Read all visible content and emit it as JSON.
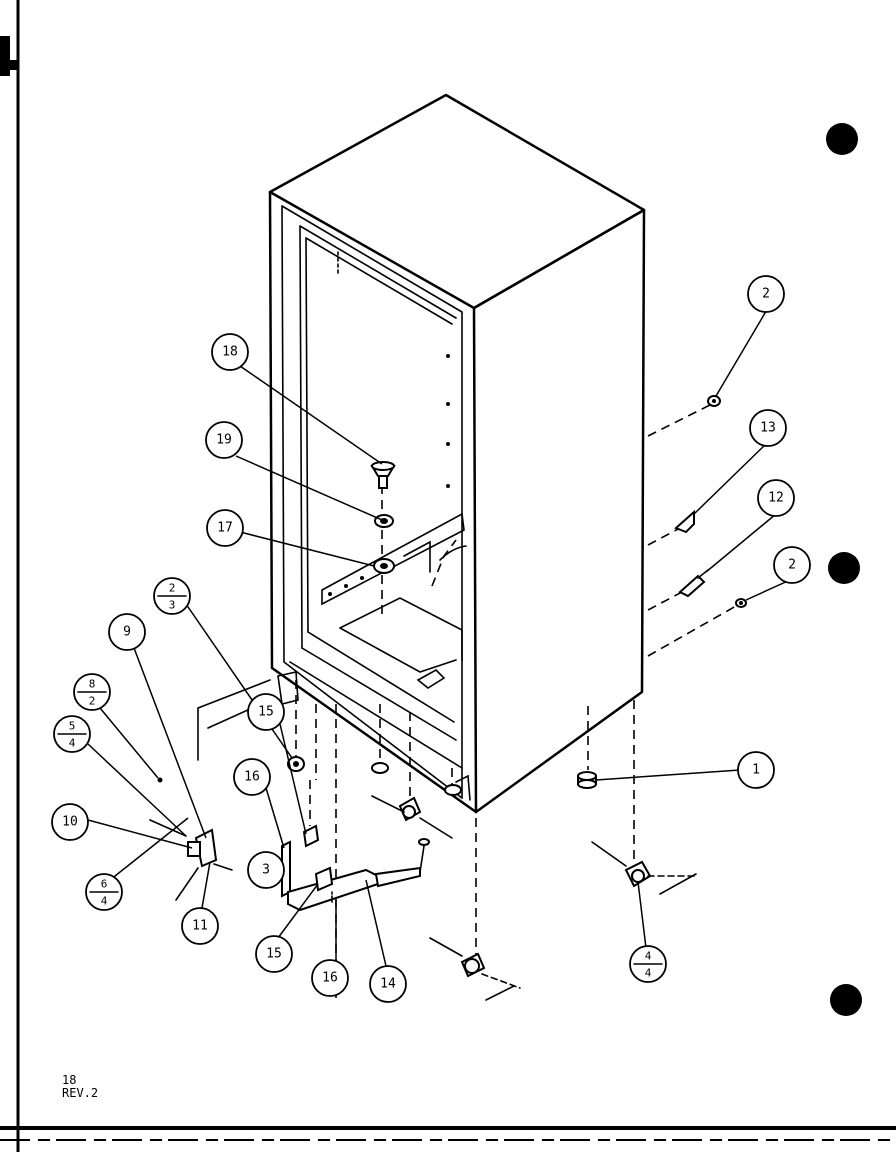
{
  "callouts": {
    "c1": "1",
    "c2a": "2",
    "c2b": "2",
    "c3": "3",
    "c9": "9",
    "c10": "10",
    "c11": "11",
    "c12": "12",
    "c13": "13",
    "c14": "14",
    "c15a": "15",
    "c15b": "15",
    "c16a": "16",
    "c16b": "16",
    "c17": "17",
    "c18": "18",
    "c19": "19",
    "f23": {
      "top": "2",
      "bottom": "3"
    },
    "f82": {
      "top": "8",
      "bottom": "2"
    },
    "f54": {
      "top": "5",
      "bottom": "4"
    },
    "f64": {
      "top": "6",
      "bottom": "4"
    },
    "f44": {
      "top": "4",
      "bottom": "4"
    }
  },
  "footer": {
    "page": "18",
    "rev": "REV.2"
  }
}
